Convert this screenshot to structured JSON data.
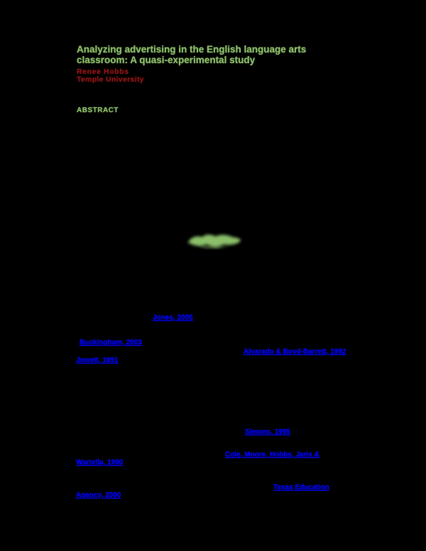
{
  "paper": {
    "title_line1": "Analyzing advertising in the English language arts",
    "title_line2": "classroom: A quasi-experimental study",
    "author": "Renee Hobbs",
    "affiliation": "Temple University",
    "abstract_heading": "ABSTRACT"
  },
  "citations": [
    {
      "label": "Jones, 2005"
    },
    {
      "label": "Buckingham, 2003"
    },
    {
      "label": "Alvarado & Boyd-Barrett, 1992"
    },
    {
      "label": "Jowett, 1991"
    },
    {
      "label": "Simons, 1995"
    },
    {
      "label": "Cole, Moore, Hobbs, Jaris &"
    },
    {
      "label": "Wartella, 1990"
    },
    {
      "label": "Texas Education"
    },
    {
      "label": "Agency, 2000"
    }
  ],
  "annotations": {
    "highlight_scribble": "green-marker-highlight"
  },
  "colors": {
    "background": "#000000",
    "title_green": "#8dc06a",
    "author_red": "#8e1414",
    "link_blue": "#0000f5",
    "highlight_green": "#97cf72"
  }
}
